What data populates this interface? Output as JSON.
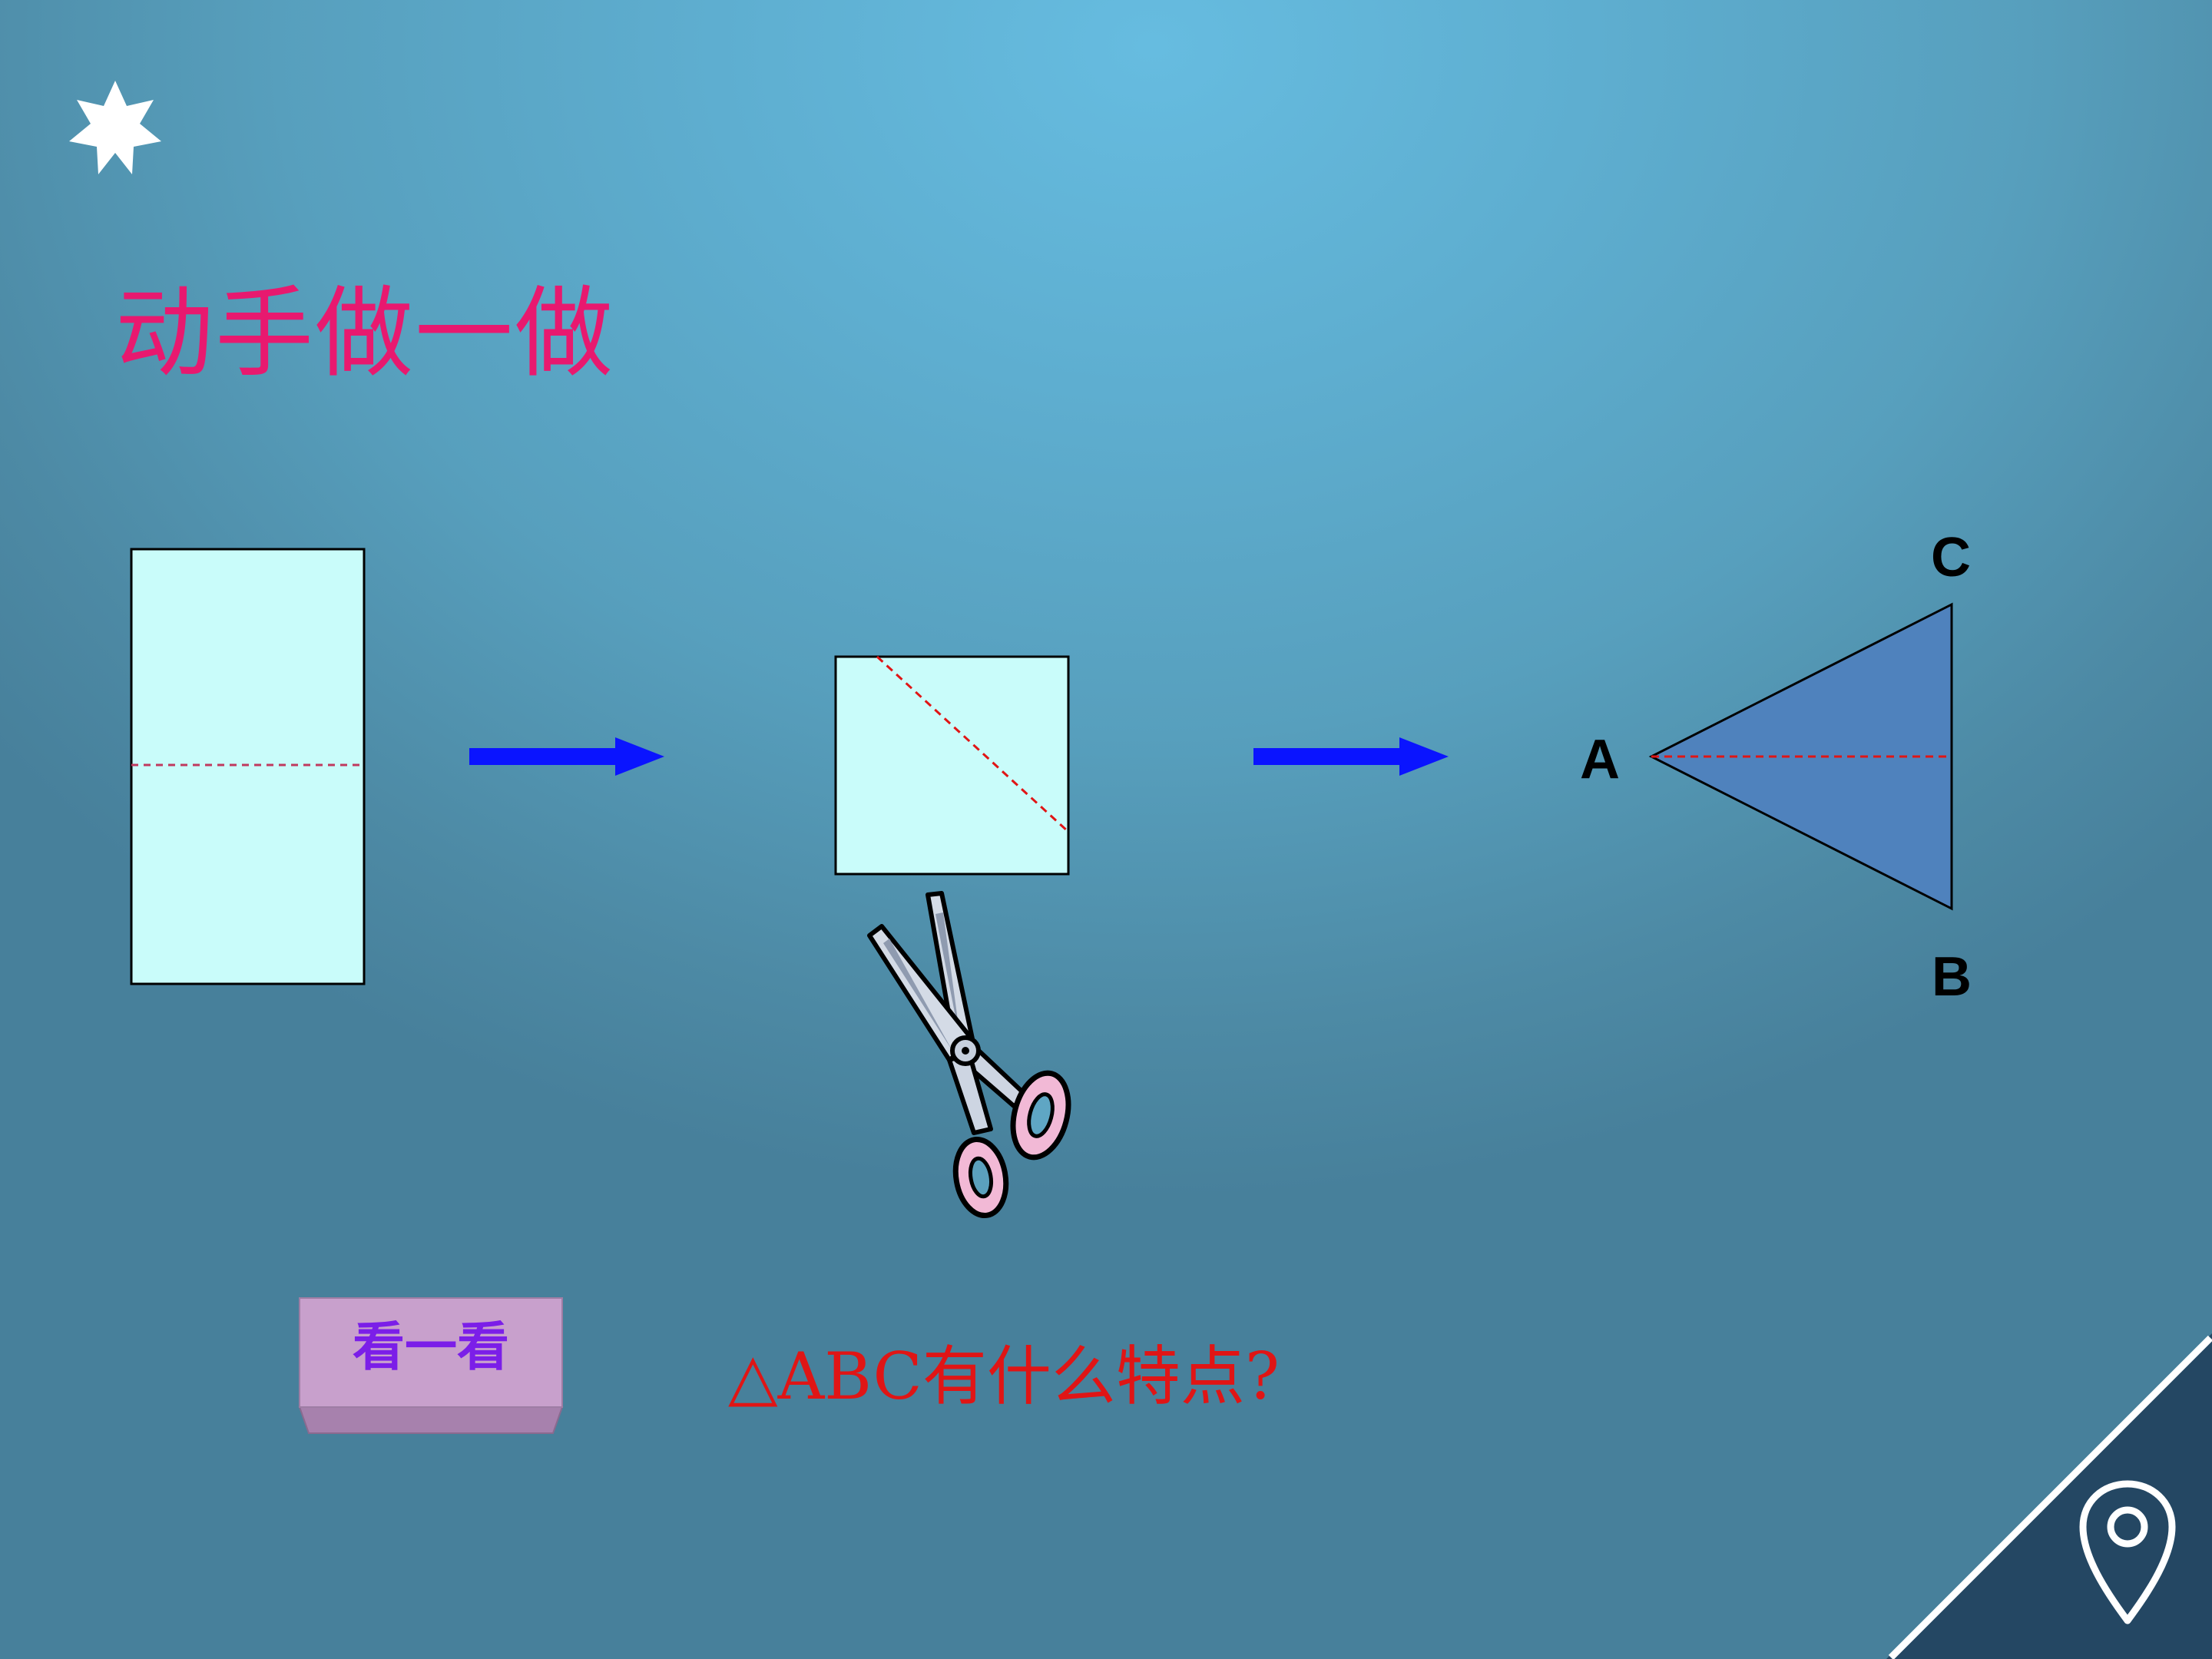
{
  "slide": {
    "title": "动手做一做",
    "question": "△ABC有什么特点?",
    "look_button_label": "看一看",
    "vertices": {
      "a": "A",
      "b": "B",
      "c": "C"
    }
  },
  "colors": {
    "title": "#e8196f",
    "question": "#e01515",
    "paper": "#c9fcfa",
    "triangle": "#4f82bd",
    "arrow": "#0a14ff",
    "fold_line": "#e01515",
    "button_face": "#c8a0cc",
    "button_label": "#7b1ee8",
    "nav_corner": "#244763"
  },
  "icons": [
    "star-icon",
    "scissors-icon",
    "map-pin-icon",
    "arrow-right-icon"
  ]
}
